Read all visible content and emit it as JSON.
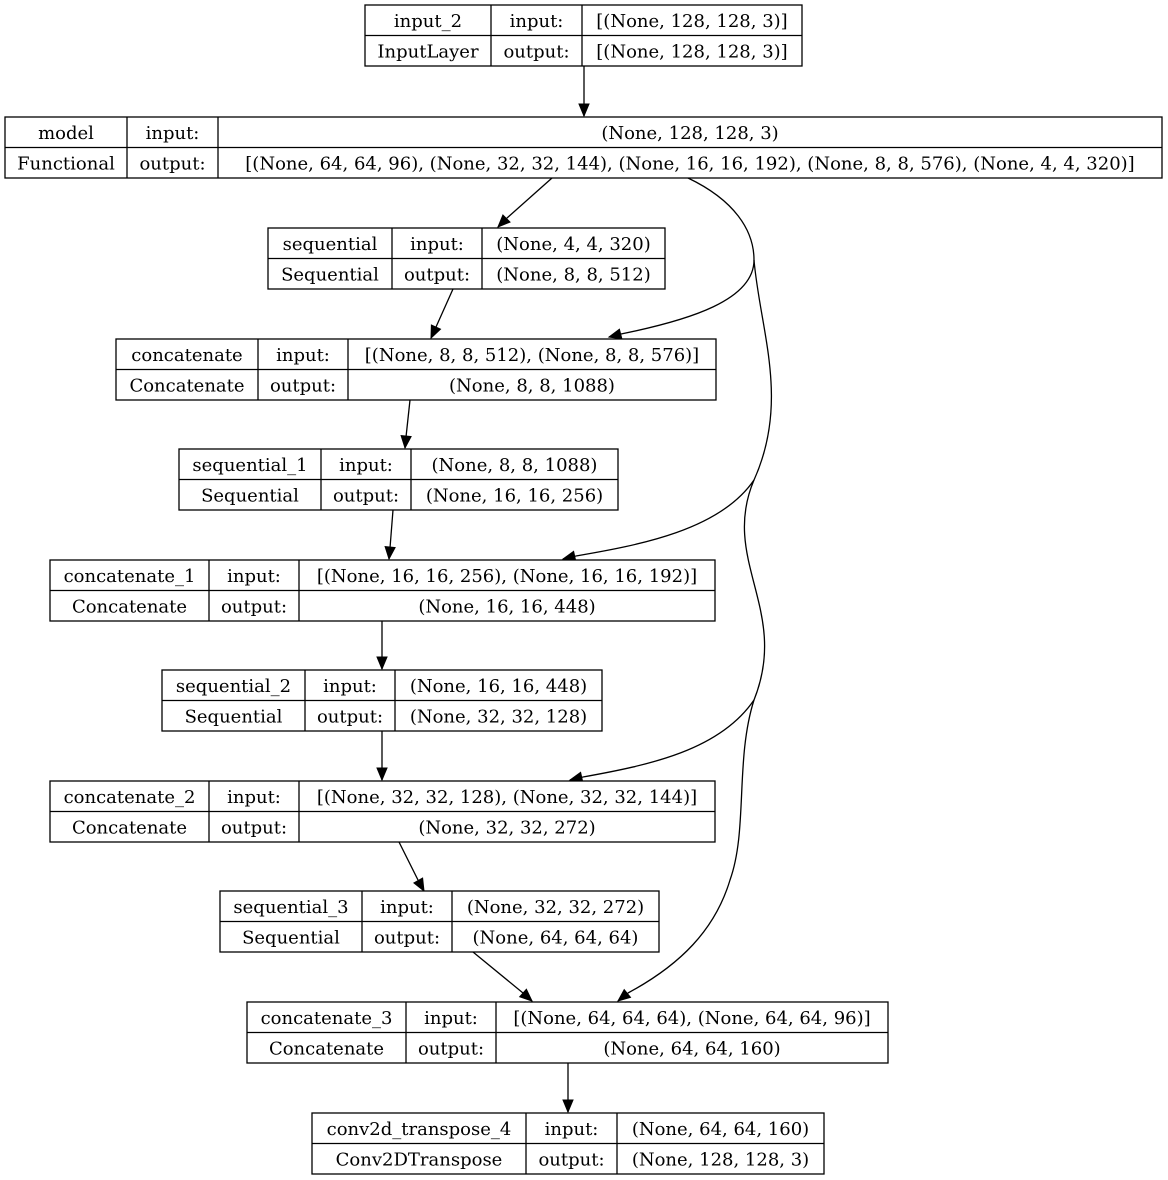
{
  "nodes": [
    {
      "id": "input_2",
      "name": "input_2",
      "type": "InputLayer",
      "input_label": "input:",
      "output_label": "output:",
      "input": "[(None, 128, 128, 3)]",
      "output": "[(None, 128, 128, 3)]"
    },
    {
      "id": "model",
      "name": "model",
      "type": "Functional",
      "input_label": "input:",
      "output_label": "output:",
      "input": "(None, 128, 128, 3)",
      "output": "[(None, 64, 64, 96), (None, 32, 32, 144), (None, 16, 16, 192), (None, 8, 8, 576), (None, 4, 4, 320)]"
    },
    {
      "id": "sequential",
      "name": "sequential",
      "type": "Sequential",
      "input_label": "input:",
      "output_label": "output:",
      "input": "(None, 4, 4, 320)",
      "output": "(None, 8, 8, 512)"
    },
    {
      "id": "concatenate",
      "name": "concatenate",
      "type": "Concatenate",
      "input_label": "input:",
      "output_label": "output:",
      "input": "[(None, 8, 8, 512), (None, 8, 8, 576)]",
      "output": "(None, 8, 8, 1088)"
    },
    {
      "id": "sequential_1",
      "name": "sequential_1",
      "type": "Sequential",
      "input_label": "input:",
      "output_label": "output:",
      "input": "(None, 8, 8, 1088)",
      "output": "(None, 16, 16, 256)"
    },
    {
      "id": "concatenate_1",
      "name": "concatenate_1",
      "type": "Concatenate",
      "input_label": "input:",
      "output_label": "output:",
      "input": "[(None, 16, 16, 256), (None, 16, 16, 192)]",
      "output": "(None, 16, 16, 448)"
    },
    {
      "id": "sequential_2",
      "name": "sequential_2",
      "type": "Sequential",
      "input_label": "input:",
      "output_label": "output:",
      "input": "(None, 16, 16, 448)",
      "output": "(None, 32, 32, 128)"
    },
    {
      "id": "concatenate_2",
      "name": "concatenate_2",
      "type": "Concatenate",
      "input_label": "input:",
      "output_label": "output:",
      "input": "[(None, 32, 32, 128), (None, 32, 32, 144)]",
      "output": "(None, 32, 32, 272)"
    },
    {
      "id": "sequential_3",
      "name": "sequential_3",
      "type": "Sequential",
      "input_label": "input:",
      "output_label": "output:",
      "input": "(None, 32, 32, 272)",
      "output": "(None, 64, 64, 64)"
    },
    {
      "id": "concatenate_3",
      "name": "concatenate_3",
      "type": "Concatenate",
      "input_label": "input:",
      "output_label": "output:",
      "input": "[(None, 64, 64, 64), (None, 64, 64, 96)]",
      "output": "(None, 64, 64, 160)"
    },
    {
      "id": "conv2d_transpose_4",
      "name": "conv2d_transpose_4",
      "type": "Conv2DTranspose",
      "input_label": "input:",
      "output_label": "output:",
      "input": "(None, 64, 64, 160)",
      "output": "(None, 128, 128, 3)"
    }
  ],
  "edges": [
    {
      "from": "input_2",
      "to": "model"
    },
    {
      "from": "model",
      "to": "sequential"
    },
    {
      "from": "model",
      "to": "concatenate"
    },
    {
      "from": "sequential",
      "to": "concatenate"
    },
    {
      "from": "concatenate",
      "to": "sequential_1"
    },
    {
      "from": "model",
      "to": "concatenate_1"
    },
    {
      "from": "sequential_1",
      "to": "concatenate_1"
    },
    {
      "from": "concatenate_1",
      "to": "sequential_2"
    },
    {
      "from": "model",
      "to": "concatenate_2"
    },
    {
      "from": "sequential_2",
      "to": "concatenate_2"
    },
    {
      "from": "concatenate_2",
      "to": "sequential_3"
    },
    {
      "from": "sequential_3",
      "to": "concatenate_3"
    },
    {
      "from": "model",
      "to": "concatenate_3"
    },
    {
      "from": "concatenate_3",
      "to": "conv2d_transpose_4"
    }
  ]
}
